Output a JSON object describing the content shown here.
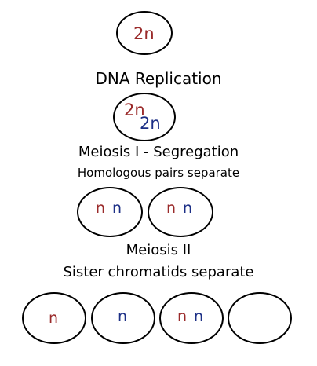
{
  "colors": {
    "maternal": "#9a2a2a",
    "paternal": "#1c2f86",
    "outline": "#000000"
  },
  "parent_cell": {
    "label": "2n"
  },
  "labels": {
    "dna_replication": "DNA Replication",
    "meiosis_1": "Meiosis I - Segregation",
    "meiosis_1_sub": "Homologous pairs separate",
    "meiosis_2": "Meiosis II",
    "meiosis_2_sub": "Sister chromatids separate"
  },
  "replicated_cell": {
    "maternal_label": "2n",
    "paternal_label": "2n"
  },
  "meiosis_1_cells": [
    {
      "maternal_label": "n",
      "paternal_label": "n"
    },
    {
      "maternal_label": "n",
      "paternal_label": "n"
    }
  ],
  "meiosis_2_cells": [
    {
      "maternal_label": "n"
    },
    {
      "paternal_label": "n"
    },
    {
      "maternal_label": "n",
      "paternal_label": "n"
    },
    {}
  ]
}
